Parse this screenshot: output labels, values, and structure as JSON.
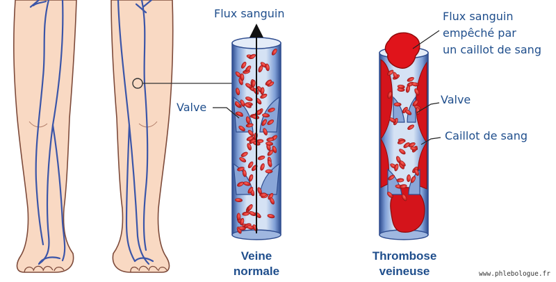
{
  "labels": {
    "flow_normal": "Flux sanguin",
    "valve_left": "Valve",
    "flow_blocked_line1": "Flux sanguin",
    "flow_blocked_line2": "empêché par",
    "flow_blocked_line3": "un caillot de sang",
    "valve_right": "Valve",
    "clot": "Caillot de sang"
  },
  "captions": {
    "normal_line1": "Veine",
    "normal_line2": "normale",
    "thrombosis_line1": "Thrombose",
    "thrombosis_line2": "veineuse"
  },
  "watermark": "www.phlebologue.fr",
  "colors": {
    "skin": "#f9d9c3",
    "skin_outline": "#7d4a3a",
    "vein_blue": "#3b55a8",
    "vessel_light": "#c9d9f0",
    "vessel_dark": "#2e4c8f",
    "red_cell": "#d42a2a",
    "clot": "#d4141b",
    "text": "#1f4e8c"
  }
}
